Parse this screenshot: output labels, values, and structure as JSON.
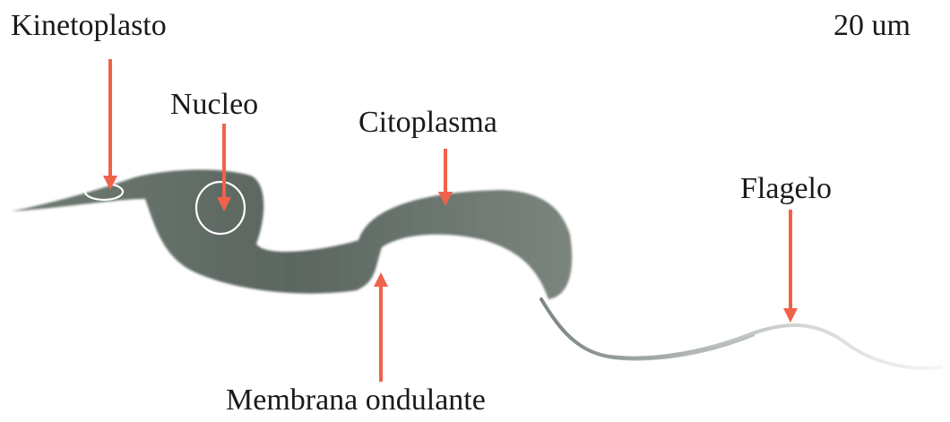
{
  "labels": {
    "kinetoplasto": "Kinetoplasto",
    "scale": "20 um",
    "nucleo": "Nucleo",
    "citoplasma": "Citoplasma",
    "flagelo": "Flagelo",
    "membrana": "Membrana ondulante"
  },
  "colors": {
    "arrow": "#f0624a",
    "body": "#5f6a62",
    "outline": "#ffffff"
  }
}
